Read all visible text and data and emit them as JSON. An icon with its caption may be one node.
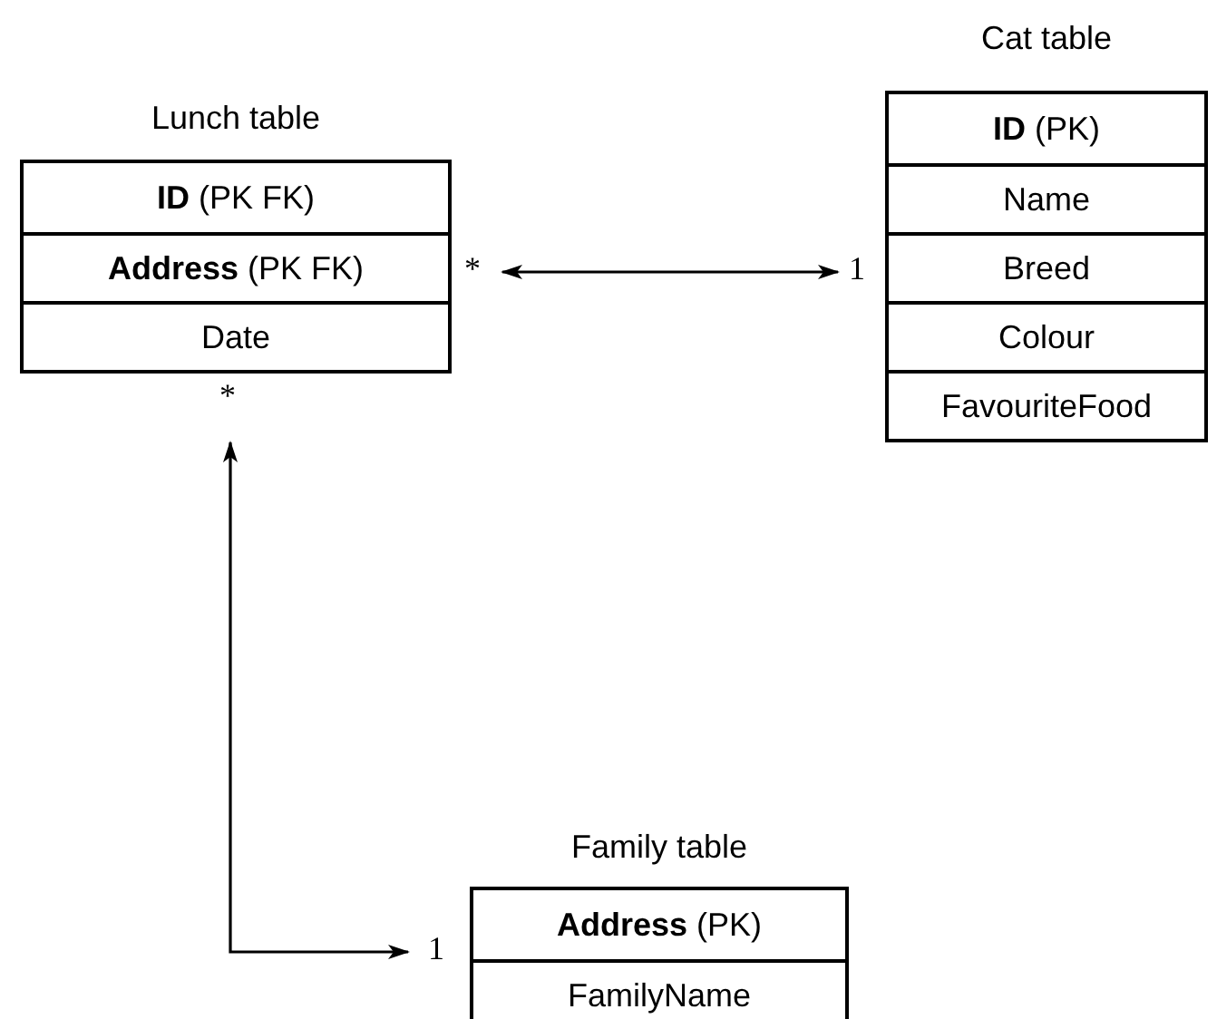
{
  "diagram": {
    "nodes": [
      {
        "text": [
          "Lunch table"
        ]
      },
      {
        "text": [
          "**ID** (PK FK)"
        ],
        "in": 0
      },
      {
        "text": [
          "**Address** (PK FK)"
        ],
        "in": 0
      },
      {
        "text": [
          "Date"
        ],
        "in": 0
      },
      {
        "text": [
          "Cat table"
        ]
      },
      {
        "text": [
          "**ID** (PK)"
        ],
        "in": 4
      },
      {
        "text": [
          "Name"
        ],
        "in": 4
      },
      {
        "text": [
          "Breed"
        ],
        "in": 4
      },
      {
        "text": [
          "Colour"
        ],
        "in": 4
      },
      {
        "text": [
          "FavouriteFood"
        ],
        "in": 4
      },
      {
        "text": [
          "Family table"
        ]
      },
      {
        "text": [
          "**Address** (PK)"
        ],
        "in": 10
      },
      {
        "text": [
          "FamilyName"
        ],
        "in": 10
      }
    ],
    "edges": [
      {
        "from": 0,
        "to": 4,
        "arrow": "both"
      },
      {
        "from": 10,
        "to": 0,
        "arrow": "both"
      }
    ],
    "labels": [
      "*",
      "1",
      "*",
      "1"
    ]
  }
}
